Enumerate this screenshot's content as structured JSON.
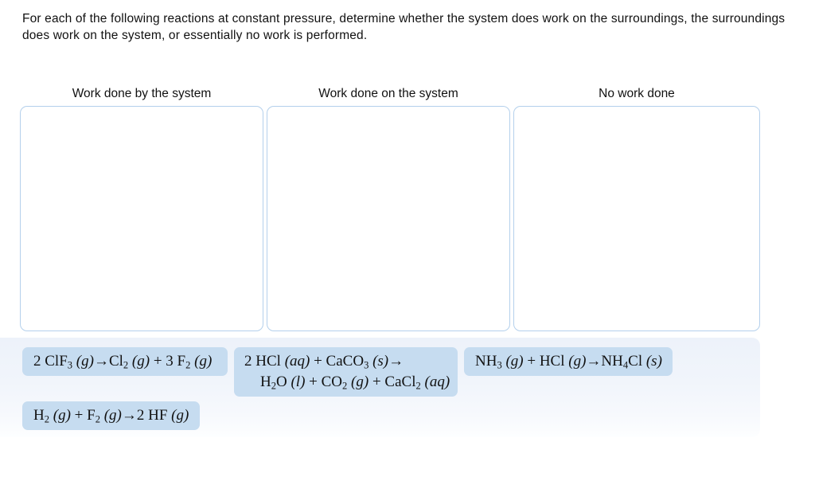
{
  "prompt": {
    "text": "For each of the following reactions at constant pressure, determine whether the system does work on the surroundings, the surroundings does work on the system, or essentially no work is performed."
  },
  "columns": [
    {
      "id": "work-done-by-system",
      "header": "Work done by the system",
      "dropzone_empty": true
    },
    {
      "id": "work-done-on-system",
      "header": "Work done on the system",
      "dropzone_empty": true
    },
    {
      "id": "no-work-done",
      "header": "No work done",
      "dropzone_empty": true
    }
  ],
  "tray": {
    "tiles": [
      {
        "id": "tile-clf3",
        "line1": "2 ClF3 (g)→Cl2 (g) + 3 F2 (g)",
        "line2": "",
        "plain_text": "2 ClF3 (g)→Cl2 (g) + 3 F2 (g)"
      },
      {
        "id": "tile-hcl-caco3",
        "line1": "2 HCl (aq) + CaCO3 (s)→",
        "line2": "H2O (l) + CO2 (g) + CaCl2 (aq)",
        "plain_text": "2 HCl (aq) + CaCO3 (s)→ H2O (l) + CO2 (g) + CaCl2 (aq)"
      },
      {
        "id": "tile-nh3-hcl",
        "line1": "NH3 (g) + HCl (g)→NH4Cl (s)",
        "line2": "",
        "plain_text": "NH3 (g) + HCl (g)→NH4Cl (s)"
      },
      {
        "id": "tile-h2-f2",
        "line1": "H2 (g) + F2 (g)→2 HF (g)",
        "line2": "",
        "plain_text": "H2 (g) + F2 (g)→2 HF (g)"
      }
    ]
  },
  "colors": {
    "tile_fill": "#c6dcf0",
    "tray_fill": "#edf2fa",
    "dropzone_border": "#b4d0ec",
    "page_background": "#ffffff",
    "text": "#111111"
  }
}
